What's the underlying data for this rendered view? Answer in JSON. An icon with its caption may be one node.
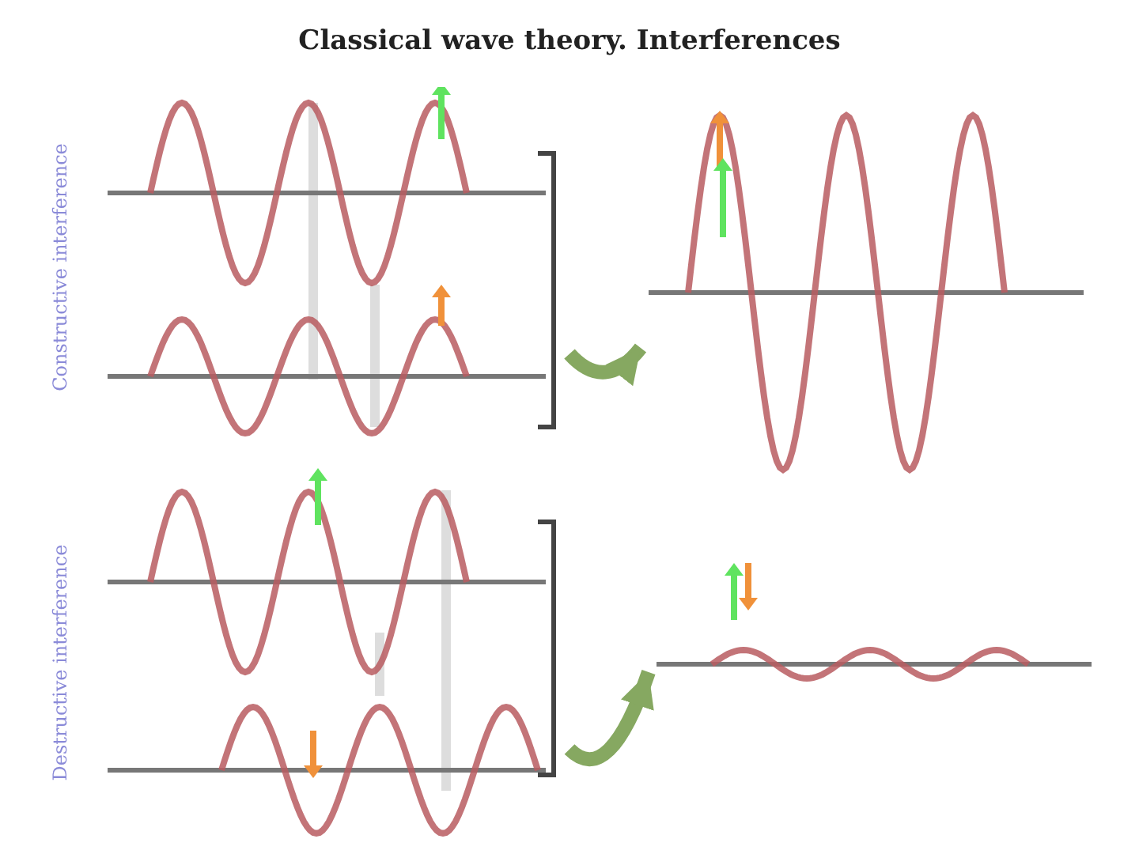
{
  "diagram": {
    "title": "Classical wave theory. Interferences",
    "nodes": [
      {
        "text": [],
        "shape": "picture"
      },
      {
        "text": [],
        "shape": "picture"
      },
      {
        "text": [],
        "shape": "picture"
      },
      {
        "text": [],
        "shape": "picture"
      }
    ],
    "edges": [
      {
        "from": 0,
        "to": 1,
        "arrow": "to"
      },
      {
        "from": 2,
        "to": 3,
        "arrow": "to"
      }
    ],
    "labels": [
      "Constructive interference",
      "Destructive interference"
    ]
  }
}
